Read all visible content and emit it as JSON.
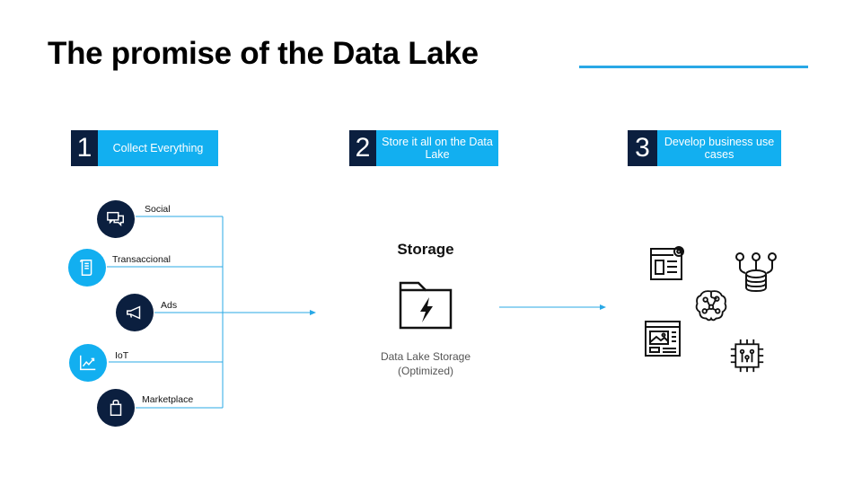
{
  "title": "The promise of the Data Lake",
  "steps": [
    {
      "number": "1",
      "label": "Collect Everything"
    },
    {
      "number": "2",
      "label": "Store it all on the Data Lake"
    },
    {
      "number": "3",
      "label": "Develop business use cases"
    }
  ],
  "sources": [
    {
      "label": "Social",
      "icon": "chat-icon"
    },
    {
      "label": "Transaccional",
      "icon": "receipt-icon"
    },
    {
      "label": "Ads",
      "icon": "megaphone-icon"
    },
    {
      "label": "IoT",
      "icon": "chart-icon"
    },
    {
      "label": "Marketplace",
      "icon": "shopping-bag-icon"
    }
  ],
  "storage": {
    "title": "Storage",
    "caption_line1": "Data Lake Storage",
    "caption_line2": "(Optimized)"
  },
  "use_case_icons": [
    "document-settings-icon",
    "database-network-icon",
    "brain-network-icon",
    "web-layout-icon",
    "chip-icon"
  ],
  "colors": {
    "navy": "#0b1f3f",
    "blue": "#12aff0",
    "line": "#29a8e6"
  }
}
